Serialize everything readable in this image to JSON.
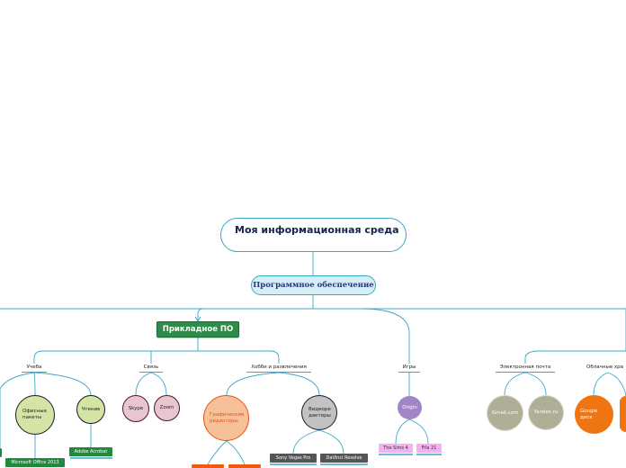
{
  "root": {
    "title": "Моя информационная среда"
  },
  "main_node": {
    "label": "Программное обеспечение"
  },
  "branch": {
    "label": "Прикладное ПО"
  },
  "categories": {
    "study": "Учеба",
    "connection": "Связь",
    "hobby": "Хобби и развлечения",
    "games": "Игры",
    "email": "Электронная почта",
    "cloud": "Облачные хра"
  },
  "nodes": {
    "office": "Офисные пакеты",
    "reading": "Чтение",
    "skype": "Skype",
    "zoom": "Zoom",
    "graphic": "Графические редакторы",
    "video": "Видеоре дакторы",
    "origin": "Origin",
    "gmail": "Gmail.com",
    "yandex": "Yandex.ru",
    "gdisk": "Google диск"
  },
  "leaves": {
    "adobe": "Adobe Acrobat",
    "msoffice": "Microsoft Office 2013",
    "sonyvegas": "Sony Vegas Pro",
    "davinci": "DaVinci Resolve",
    "sims": "The Sims 4",
    "fifa": "Fifa 21"
  },
  "colors": {
    "line": "#3ba7c9",
    "office_fill": "#d4e3a6",
    "skype_fill": "#e9c6cf",
    "graphic_fill": "#f6c199",
    "graphic_text": "#e8501c",
    "video_fill": "#c2c2c2",
    "origin_fill": "#a285c4",
    "mail_fill": "#b0ae96",
    "cloud_fill": "#ef7513"
  }
}
